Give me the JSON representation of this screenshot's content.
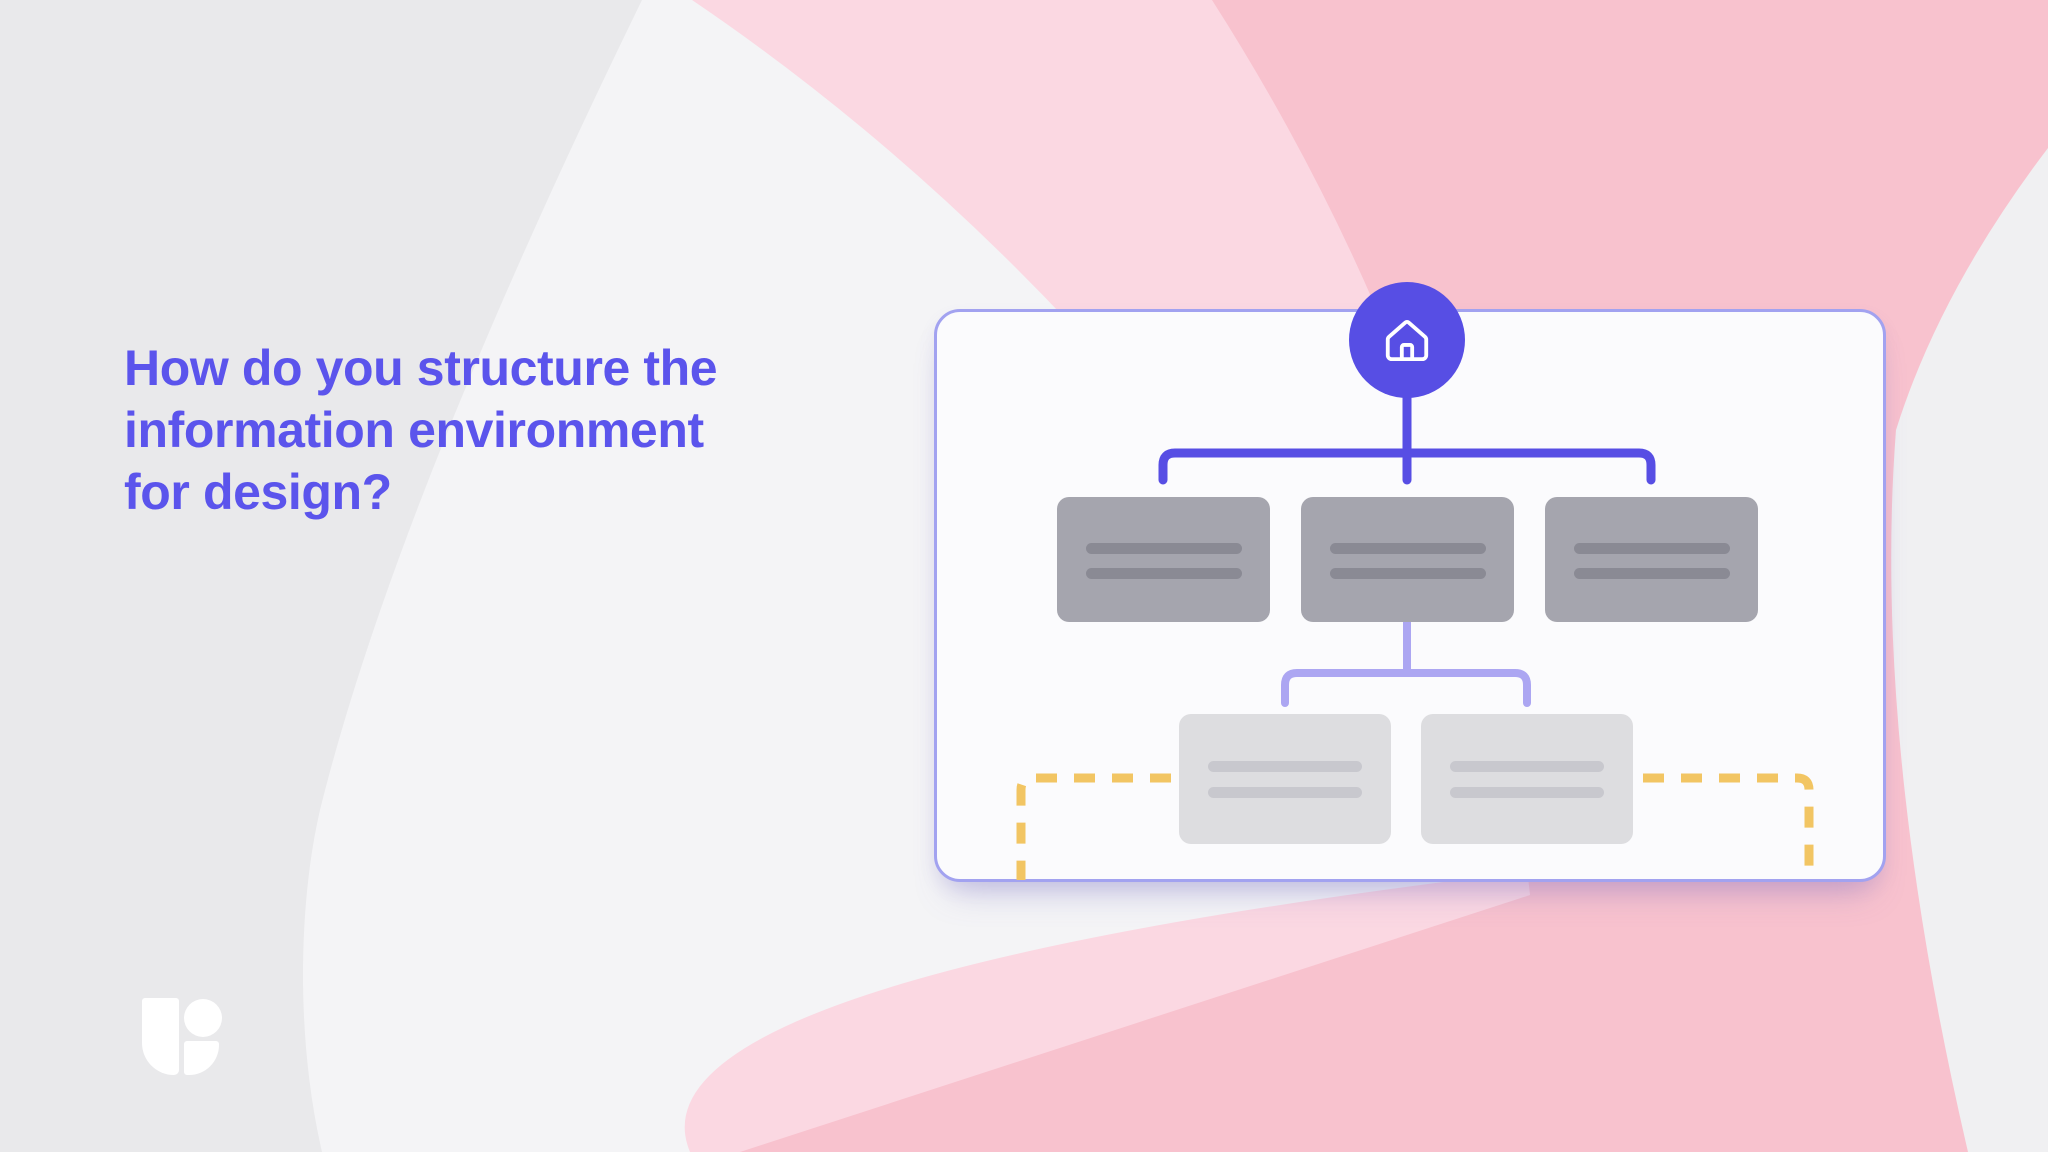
{
  "slide": {
    "title_text": "How do you structure the information environment for design?",
    "title_lines": [
      "How do you structure the",
      "information environment",
      "for design?"
    ]
  },
  "sitemap": {
    "description": "Sitemap hierarchy illustration inside a rounded card",
    "root": {
      "icon": "home-icon",
      "shape": "circle"
    },
    "levels": [
      {
        "name": "level-1",
        "node_count": 3,
        "style": "solid-dark-gray",
        "text_placeholder_lines": 2
      },
      {
        "name": "level-2",
        "node_count": 2,
        "style": "solid-light-gray",
        "text_placeholder_lines": 2
      },
      {
        "name": "future-slots",
        "node_count": 2,
        "style": "dashed-yellow-outline"
      }
    ]
  },
  "logo": {
    "name": "usertesting-mark"
  },
  "colors": {
    "title_purple": "#5B54EC",
    "accent_purple": "#574EE4",
    "connector_light_purple": "#ACA6F2",
    "card_background": "#FBFBFD",
    "card_border": "#A2A2F0",
    "node_dark": "#A5A5AE",
    "node_dark_bar": "#8A8A94",
    "node_light": "#DDDDE0",
    "node_light_bar": "#C8C8CE",
    "dashed_yellow": "#F2C563",
    "bg_gray_left": "#E9E9EB",
    "bg_white": "#F4F4F6",
    "bg_gray_right": "#F0F0F2",
    "pink_light": "#FBD8E2",
    "pink_medium": "#F8C2CE",
    "logo_white": "#FFFFFF"
  }
}
